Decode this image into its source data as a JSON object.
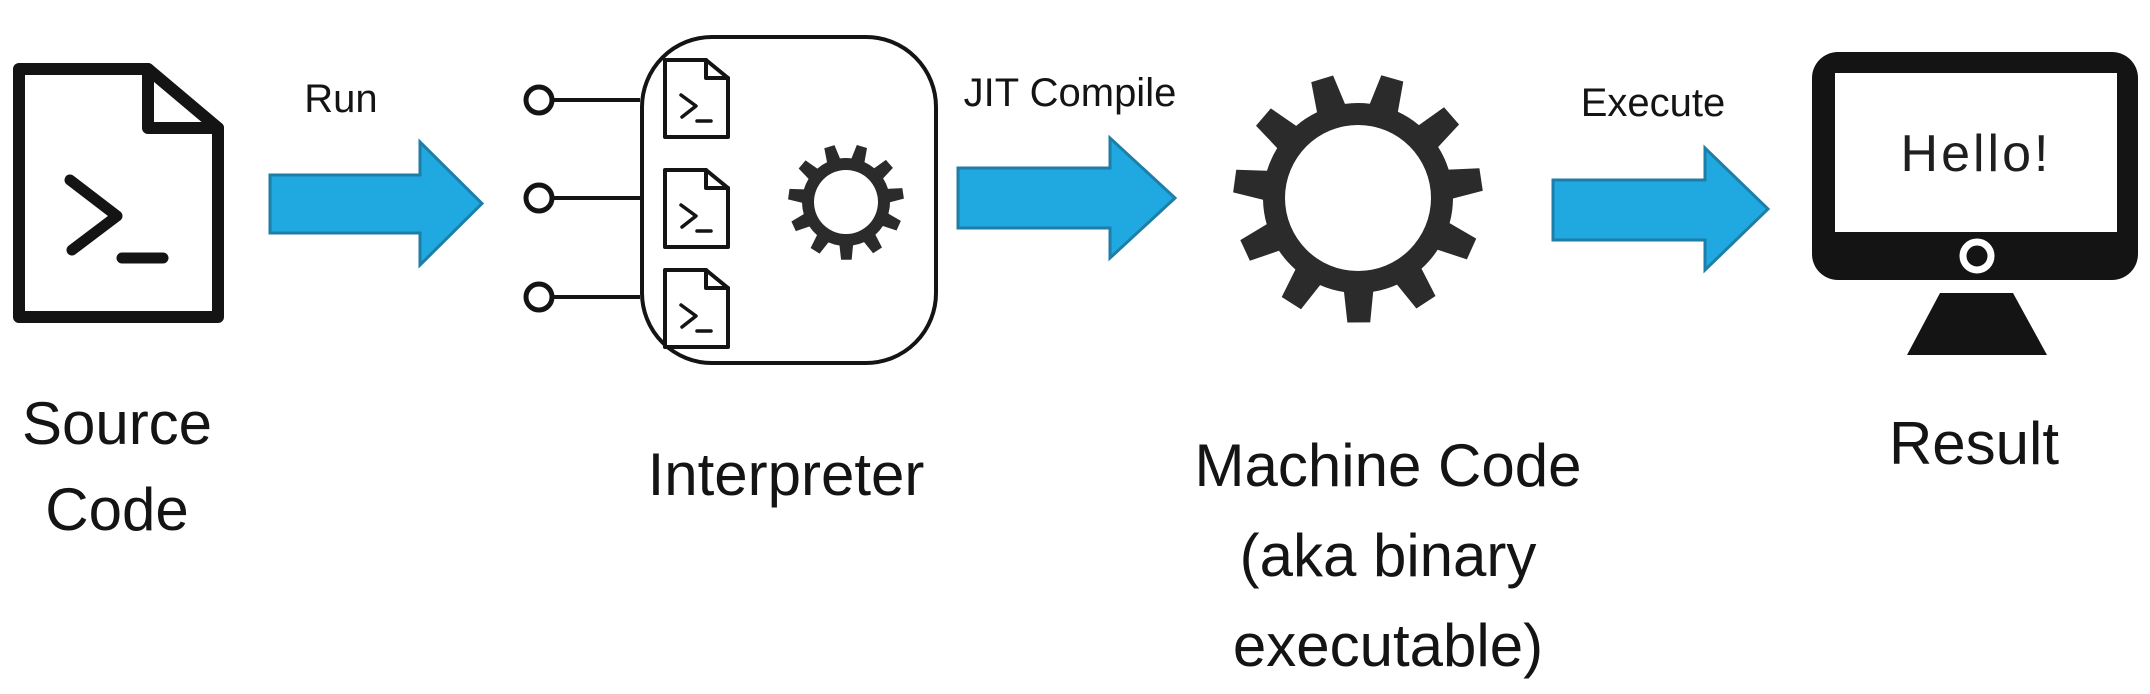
{
  "colors": {
    "arrow_fill": "#1FA9E0",
    "arrow_stroke": "#1F7EA8",
    "ink": "#141414",
    "gear": "#2B2B2B"
  },
  "nodes": {
    "source_code": {
      "icon": "terminal-script-file-icon",
      "label_lines": [
        "Source",
        "Code"
      ]
    },
    "interpreter": {
      "icon": "interpreter-scripts-and-gear-icon",
      "label": "Interpreter"
    },
    "machine_code": {
      "icon": "gear-icon",
      "label_lines": [
        "Machine Code",
        "(aka binary",
        "executable)"
      ]
    },
    "result": {
      "icon": "monitor-icon",
      "screen_text": "Hello!",
      "label": "Result"
    }
  },
  "arrows": [
    {
      "label": "Run"
    },
    {
      "label": "JIT Compile"
    },
    {
      "label": "Execute"
    }
  ]
}
